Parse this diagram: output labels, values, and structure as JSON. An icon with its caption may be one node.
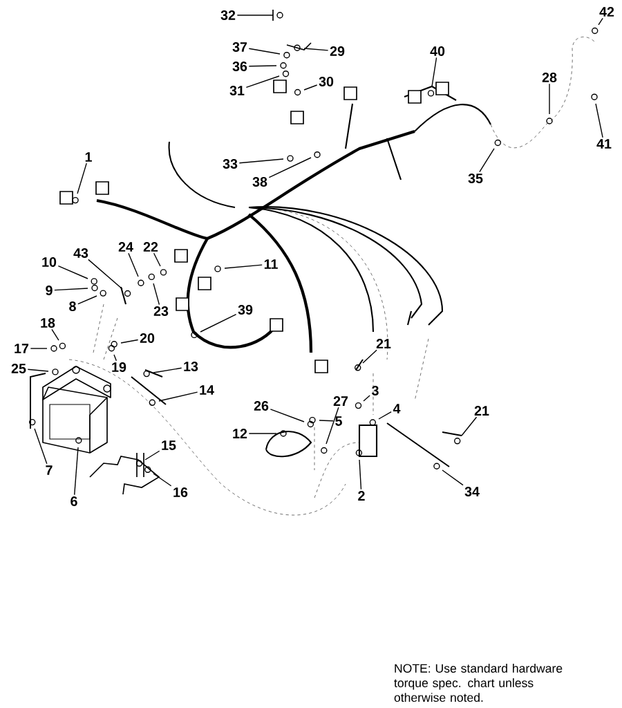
{
  "diagram": {
    "nodes": [
      {
        "text": [
          "32"
        ]
      },
      {
        "text": [
          "37"
        ]
      },
      {
        "text": [
          "29"
        ]
      },
      {
        "text": [
          "36"
        ]
      },
      {
        "text": [
          "31"
        ]
      },
      {
        "text": [
          "30"
        ]
      },
      {
        "text": [
          "42"
        ]
      },
      {
        "text": [
          "40"
        ]
      },
      {
        "text": [
          "28"
        ]
      },
      {
        "text": [
          "41"
        ]
      },
      {
        "text": [
          "1"
        ]
      },
      {
        "text": [
          "33"
        ]
      },
      {
        "text": [
          "38"
        ]
      },
      {
        "text": [
          "35"
        ]
      },
      {
        "text": [
          "10"
        ]
      },
      {
        "text": [
          "43"
        ]
      },
      {
        "text": [
          "24"
        ]
      },
      {
        "text": [
          "22"
        ]
      },
      {
        "text": [
          "11"
        ]
      },
      {
        "text": [
          "9"
        ]
      },
      {
        "text": [
          "8"
        ]
      },
      {
        "text": [
          "23"
        ]
      },
      {
        "text": [
          "39"
        ]
      },
      {
        "text": [
          "18"
        ]
      },
      {
        "text": [
          "17"
        ]
      },
      {
        "text": [
          "20"
        ]
      },
      {
        "text": [
          "21"
        ]
      },
      {
        "text": [
          "25"
        ]
      },
      {
        "text": [
          "19"
        ]
      },
      {
        "text": [
          "13"
        ]
      },
      {
        "text": [
          "3"
        ]
      },
      {
        "text": [
          "27"
        ]
      },
      {
        "text": [
          "5"
        ]
      },
      {
        "text": [
          "4"
        ]
      },
      {
        "text": [
          "14"
        ]
      },
      {
        "text": [
          "26"
        ]
      },
      {
        "text": [
          "21"
        ]
      },
      {
        "text": [
          "12"
        ]
      },
      {
        "text": [
          "15"
        ]
      },
      {
        "text": [
          "7"
        ]
      },
      {
        "text": [
          "16"
        ]
      },
      {
        "text": [
          "2"
        ]
      },
      {
        "text": [
          "34"
        ]
      },
      {
        "text": [
          "6"
        ]
      }
    ],
    "edges": [
      {
        "from": 0,
        "to": null,
        "arrow": "none"
      },
      {
        "from": 1,
        "to": null,
        "arrow": "none"
      },
      {
        "from": 2,
        "to": null,
        "arrow": "none"
      },
      {
        "from": 3,
        "to": null,
        "arrow": "none"
      },
      {
        "from": 4,
        "to": null,
        "arrow": "none"
      },
      {
        "from": 5,
        "to": null,
        "arrow": "none"
      },
      {
        "from": 6,
        "to": null,
        "arrow": "none"
      },
      {
        "from": 7,
        "to": null,
        "arrow": "none"
      },
      {
        "from": 8,
        "to": null,
        "arrow": "none"
      },
      {
        "from": 9,
        "to": null,
        "arrow": "none"
      },
      {
        "from": 10,
        "to": null,
        "arrow": "none"
      },
      {
        "from": 11,
        "to": null,
        "arrow": "none"
      },
      {
        "from": 12,
        "to": null,
        "arrow": "none"
      },
      {
        "from": 13,
        "to": null,
        "arrow": "none"
      },
      {
        "from": 14,
        "to": null,
        "arrow": "none"
      },
      {
        "from": 15,
        "to": null,
        "arrow": "none"
      },
      {
        "from": 16,
        "to": null,
        "arrow": "none"
      },
      {
        "from": 17,
        "to": null,
        "arrow": "none"
      },
      {
        "from": 18,
        "to": null,
        "arrow": "none"
      },
      {
        "from": 19,
        "to": null,
        "arrow": "none"
      },
      {
        "from": 20,
        "to": null,
        "arrow": "none"
      },
      {
        "from": 21,
        "to": null,
        "arrow": "none"
      },
      {
        "from": 22,
        "to": null,
        "arrow": "none"
      },
      {
        "from": 23,
        "to": null,
        "arrow": "none"
      },
      {
        "from": 24,
        "to": null,
        "arrow": "none"
      },
      {
        "from": 25,
        "to": null,
        "arrow": "none"
      },
      {
        "from": 26,
        "to": null,
        "arrow": "none"
      },
      {
        "from": 27,
        "to": null,
        "arrow": "none"
      },
      {
        "from": 28,
        "to": null,
        "arrow": "none"
      },
      {
        "from": 29,
        "to": null,
        "arrow": "none"
      },
      {
        "from": 30,
        "to": null,
        "arrow": "none"
      },
      {
        "from": 31,
        "to": null,
        "arrow": "none"
      },
      {
        "from": 32,
        "to": null,
        "arrow": "none"
      },
      {
        "from": 33,
        "to": null,
        "arrow": "none"
      },
      {
        "from": 34,
        "to": null,
        "arrow": "none"
      },
      {
        "from": 35,
        "to": null,
        "arrow": "none"
      },
      {
        "from": 36,
        "to": null,
        "arrow": "none"
      },
      {
        "from": 37,
        "to": null,
        "arrow": "none"
      },
      {
        "from": 38,
        "to": null,
        "arrow": "none"
      },
      {
        "from": 39,
        "to": null,
        "arrow": "none"
      },
      {
        "from": 40,
        "to": null,
        "arrow": "none"
      },
      {
        "from": 41,
        "to": null,
        "arrow": "none"
      },
      {
        "from": 42,
        "to": null,
        "arrow": "none"
      },
      {
        "from": 43,
        "to": null,
        "arrow": "none"
      }
    ],
    "labels": [
      "NOTE: Use standard hardware torque spec. chart unless otherwise noted."
    ]
  }
}
